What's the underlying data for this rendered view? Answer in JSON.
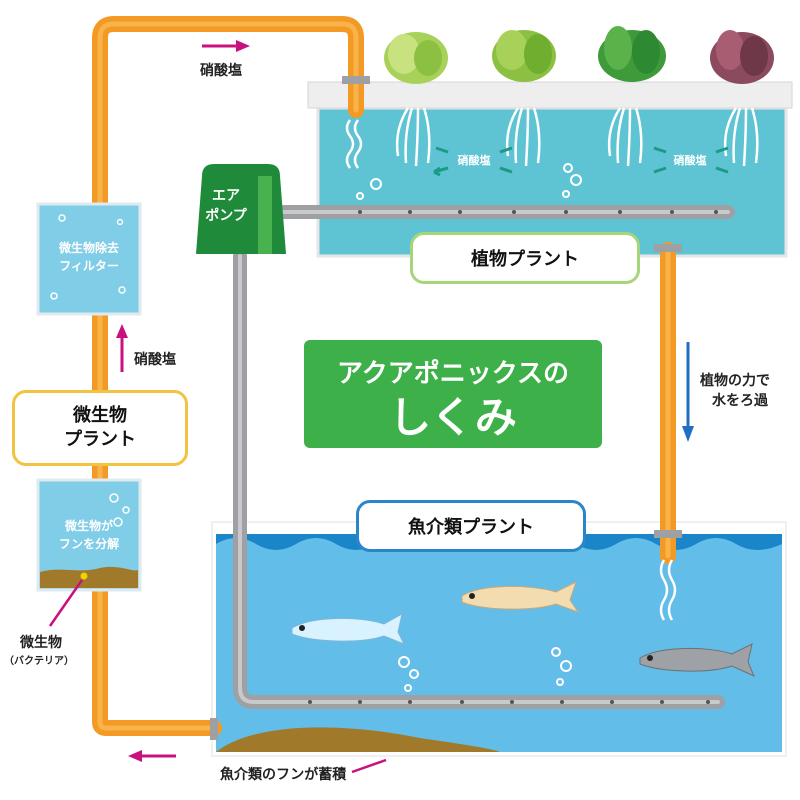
{
  "title": {
    "line1": "アクアポニックスの",
    "line2": "しくみ"
  },
  "plant_plant": {
    "label": "植物プラント"
  },
  "fish_plant": {
    "label": "魚介類プラント"
  },
  "microbe_plant": {
    "label_line1": "微生物",
    "label_line2": "プラント"
  },
  "air_pump": {
    "label_line1": "エア",
    "label_line2": "ポンプ"
  },
  "filter": {
    "label_line1": "微生物除去",
    "label_line2": "フィルター"
  },
  "decomposer": {
    "label_line1": "微生物が",
    "label_line2": "フンを分解"
  },
  "labels": {
    "nitrate_top": "硝酸塩",
    "nitrate_left": "硝酸塩",
    "nitrate_tank_1": "硝酸塩",
    "nitrate_tank_2": "硝酸塩",
    "filtration_line1": "植物の力で",
    "filtration_line2": "水をろ過",
    "bacteria_line1": "微生物",
    "bacteria_line2": "（バクテリア）",
    "waste": "魚介類のフンが蓄積"
  },
  "colors": {
    "pipe_orange": "#f39a24",
    "pipe_gray": "#9ea0a3",
    "plant_water": "#5ec4d4",
    "fish_water": "#62bde9",
    "title_green": "#3db049",
    "arrow_magenta": "#c8107e",
    "arrow_blue": "#1f6fc2",
    "pump_green": "#1f8b3a"
  }
}
